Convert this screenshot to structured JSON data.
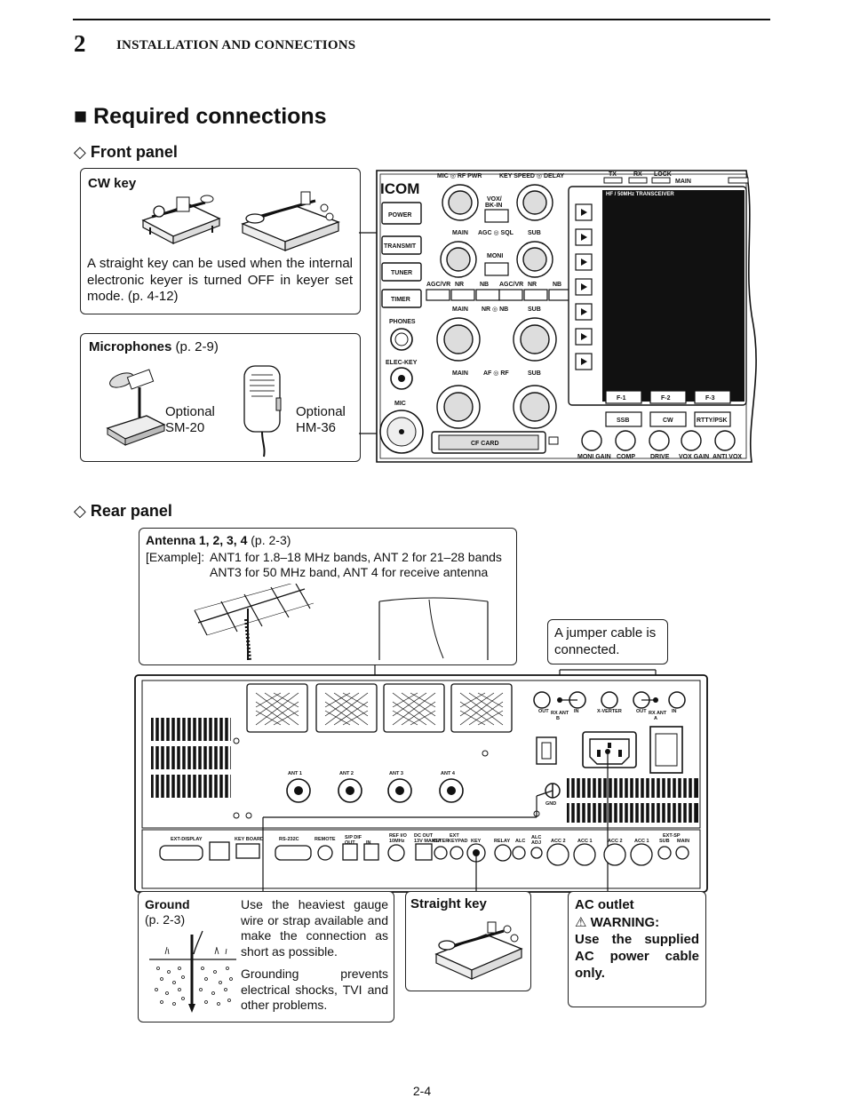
{
  "header": {
    "chapter_number": "2",
    "chapter_title": "INSTALLATION AND CONNECTIONS"
  },
  "section_title": "■ Required connections",
  "front_panel": {
    "title": "◇ Front panel",
    "cw_key": {
      "title": "CW key",
      "text": "A straight key can be used when the internal electronic keyer is turned OFF in keyer set mode. (p. 4-12)"
    },
    "microphones": {
      "title": "Microphones",
      "page_ref": " (p. 2-9)",
      "mic1_label": "Optional",
      "mic1_model": "SM-20",
      "mic2_label": "Optional",
      "mic2_model": "HM-36"
    },
    "radio": {
      "brand": "ICOM",
      "buttons": [
        "POWER",
        "TRANSMIT",
        "TUNER",
        "TIMER"
      ],
      "jack_labels": {
        "phones": "PHONES",
        "elec_key": "ELEC-KEY",
        "mic": "MIC"
      },
      "knob_labels": {
        "mic_rfpwr": "MIC ◎ RF PWR",
        "key_speed": "KEY SPEED ◎ DELAY",
        "vox": "VOX/ BK-IN",
        "main1": "MAIN",
        "agc_sql": "AGC ◎ SQL",
        "sub1": "SUB",
        "moni": "MONI",
        "nr_nb": "NR ◎ NB",
        "af_rf": "AF ◎ RF"
      },
      "row_buttons": [
        "AGC/VR",
        "NR",
        "NB",
        "AGC/VR",
        "NR",
        "NB"
      ],
      "top_labels": [
        "TX",
        "RX",
        "LOCK",
        "MAIN"
      ],
      "screen_title": "HF / 50MHz TRANSCEIVER",
      "function_keys": [
        "F-1",
        "F-2",
        "F-3"
      ],
      "mode_keys": [
        "SSB",
        "CW",
        "RTTY/PSK"
      ],
      "card_slot": "CF CARD",
      "bottom_knobs": [
        "MONI GAIN",
        "COMP",
        "DRIVE",
        "VOX GAIN",
        "ANTI VOX"
      ]
    }
  },
  "rear_panel": {
    "title": "◇ Rear panel",
    "antenna": {
      "title": "Antenna 1, 2, 3, 4",
      "page_ref": " (p. 2-3)",
      "example_label": "[Example]:",
      "line1": "ANT1 for 1.8–18 MHz bands, ANT 2 for 21–28 bands",
      "line2": "ANT3 for 50 MHz band, ANT 4 for receive antenna"
    },
    "jumper_note": "A jumper cable is connected.",
    "ground": {
      "title": "Ground",
      "page_ref": "(p. 2-3)",
      "text1": "Use the heaviest gauge wire or strap available and make the connection as short as possible.",
      "text2": "Grounding prevents electrical shocks, TVI and other problems."
    },
    "straight_key": {
      "title": "Straight key"
    },
    "ac_outlet": {
      "title": "AC outlet",
      "warning": "⚠ WARNING:",
      "text": "Use the supplied AC power cable only."
    },
    "rear_labels": {
      "ant": [
        "ANT 1",
        "ANT 2",
        "ANT 3",
        "ANT 4"
      ],
      "rx_ant_b": "RX ANT B",
      "rx_ant_a": "RX ANT A",
      "out": "OUT",
      "in": "IN",
      "x_verter": "X-VERTER",
      "gnd": "GND",
      "connectors": [
        "EXT-DISPLAY",
        "KEY BOARD",
        "RS-232C",
        "REMOTE",
        "S/P DIF OUT IN",
        "REF I/O 10MHz",
        "DC OUT 13V MAX1A",
        "METER",
        "EXT KEYPAD",
        "KEY",
        "RELAY",
        "ALC",
        "ALC ADJ",
        "ACC 2",
        "ACC 1",
        "ACC 2",
        "ACC 1",
        "EXT-SP SUB MAIN"
      ]
    }
  },
  "page_number": "2-4",
  "colors": {
    "ink": "#111111",
    "panel_gray": "#d9d9d9",
    "screen": "#111111"
  }
}
